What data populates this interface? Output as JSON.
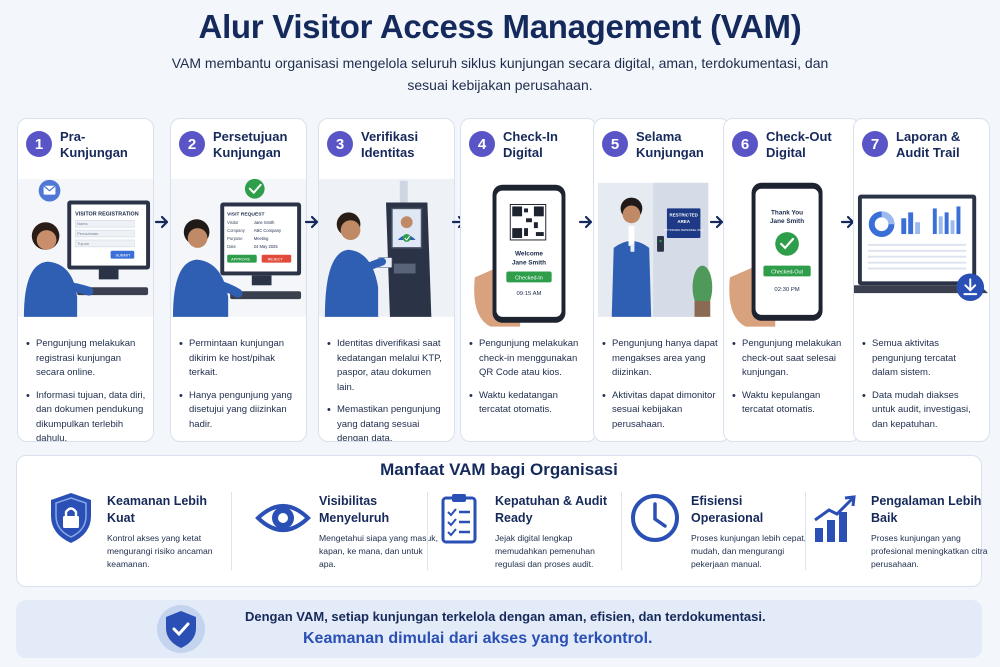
{
  "header": {
    "title": "Alur Visitor Access Management (VAM)",
    "subtitle": "VAM membantu organisasi mengelola seluruh siklus kunjungan secara digital, aman, terdokumentasi, dan sesuai kebijakan perusahaan."
  },
  "steps": [
    {
      "number": "1",
      "title": "Pra-Kunjungan",
      "screen": {
        "heading": "VISITOR REGISTRATION",
        "fields": [
          "Nama",
          "Perusahaan",
          "Tujuan"
        ],
        "button": "SUBMIT"
      },
      "bullets": [
        "Pengunjung melakukan registrasi kunjungan secara online.",
        "Informasi tujuan, data diri, dan dokumen pendukung dikumpulkan terlebih dahulu."
      ]
    },
    {
      "number": "2",
      "title": "Persetujuan Kunjungan",
      "screen": {
        "heading": "VISIT REQUEST",
        "rows": [
          [
            "Visitor",
            "Jane Smith"
          ],
          [
            "Company",
            "ABC Company"
          ],
          [
            "Purpose",
            "Meeting"
          ],
          [
            "Date",
            "24 May 2025"
          ]
        ],
        "approve": "APPROVE",
        "reject": "REJECT"
      },
      "bullets": [
        "Permintaan kunjungan dikirim ke host/pihak terkait.",
        "Hanya pengunjung yang disetujui yang diizinkan hadir."
      ]
    },
    {
      "number": "3",
      "title": "Verifikasi Identitas",
      "bullets": [
        "Identitas diverifikasi saat kedatangan melalui KTP, paspor, atau dokumen lain.",
        "Memastikan pengunjung yang datang sesuai dengan data."
      ]
    },
    {
      "number": "4",
      "title": "Check-In Digital",
      "phone": {
        "welcome": "Welcome",
        "name": "Jane Smith",
        "status": "Checked-In",
        "time": "09:15 AM"
      },
      "bullets": [
        "Pengunjung melakukan check-in menggunakan QR Code atau kios.",
        "Waktu kedatangan tercatat otomatis."
      ]
    },
    {
      "number": "5",
      "title": "Selama Kunjungan",
      "sign": {
        "line1": "RESTRICTED",
        "line2": "AREA",
        "line3": "AUTHORIZED PERSONNEL ONLY"
      },
      "bullets": [
        "Pengunjung hanya dapat mengakses area yang diizinkan.",
        "Aktivitas dapat dimonitor sesuai kebijakan perusahaan."
      ]
    },
    {
      "number": "6",
      "title": "Check-Out Digital",
      "phone": {
        "thanks": "Thank You",
        "name": "Jane Smith",
        "status": "Checked-Out",
        "time": "02:30 PM"
      },
      "bullets": [
        "Pengunjung melakukan check-out saat selesai kunjungan.",
        "Waktu kepulangan tercatat otomatis."
      ]
    },
    {
      "number": "7",
      "title": "Laporan & Audit Trail",
      "bullets": [
        "Semua aktivitas pengunjung tercatat dalam sistem.",
        "Data mudah diakses untuk audit, investigasi, dan kepatuhan."
      ]
    }
  ],
  "benefits": {
    "title": "Manfaat VAM bagi Organisasi",
    "items": [
      {
        "title": "Keamanan Lebih Kuat",
        "desc": "Kontrol akses yang ketat mengurangi risiko ancaman keamanan.",
        "icon": "shield-lock-icon"
      },
      {
        "title": "Visibilitas Menyeluruh",
        "desc": "Mengetahui siapa yang masuk, kapan, ke mana, dan untuk apa.",
        "icon": "eye-icon"
      },
      {
        "title": "Kepatuhan & Audit Ready",
        "desc": "Jejak digital lengkap memudahkan pemenuhan regulasi dan proses audit.",
        "icon": "clipboard-checklist-icon"
      },
      {
        "title": "Efisiensi Operasional",
        "desc": "Proses kunjungan lebih cepat, mudah, dan mengurangi pekerjaan manual.",
        "icon": "clock-icon"
      },
      {
        "title": "Pengalaman Lebih Baik",
        "desc": "Proses kunjungan yang profesional meningkatkan citra perusahaan.",
        "icon": "growth-chart-icon"
      }
    ]
  },
  "footer": {
    "line1": "Dengan VAM, setiap kunjungan terkelola dengan aman, efisien, dan terdokumentasi.",
    "line2": "Keamanan dimulai dari akses yang terkontrol."
  },
  "colors": {
    "accent": "#5a55c7",
    "navy": "#152a5c",
    "blue": "#2a4fb5",
    "green": "#2e9e4b"
  }
}
